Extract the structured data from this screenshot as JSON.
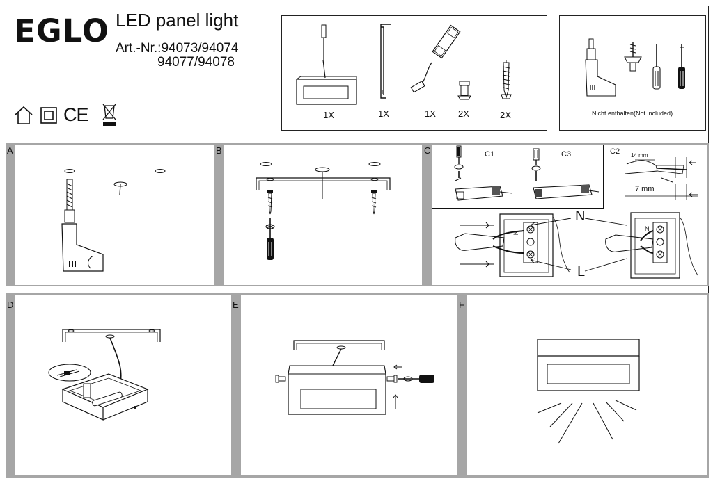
{
  "header": {
    "brand": "EGLO",
    "product": "LED panel light",
    "art_line1": "Art.-Nr.:94073/94074",
    "art_line2": "94077/94078",
    "symbols": [
      "indoor-house-icon",
      "class-ii-icon",
      "ce-mark-icon",
      "weee-bin-icon"
    ],
    "ce_text": "CE"
  },
  "parts": {
    "items": [
      {
        "name": "lamp-body",
        "qty": "1X"
      },
      {
        "name": "mounting-bracket",
        "qty": "1X"
      },
      {
        "name": "led-driver",
        "qty": "1X"
      },
      {
        "name": "wall-plug",
        "qty": "2X"
      },
      {
        "name": "screw",
        "qty": "2X"
      }
    ]
  },
  "tools": {
    "note": "Nicht enthalten(Not included)"
  },
  "steps": {
    "a": "A",
    "b": "B",
    "c": "C",
    "d": "D",
    "e": "E",
    "f": "F",
    "c1": "C1",
    "c2": "C2",
    "c3": "C3",
    "strip_long": "14 mm",
    "strip_short": "7 mm",
    "n_label": "N",
    "l_label": "L",
    "terminal_n": "N"
  }
}
